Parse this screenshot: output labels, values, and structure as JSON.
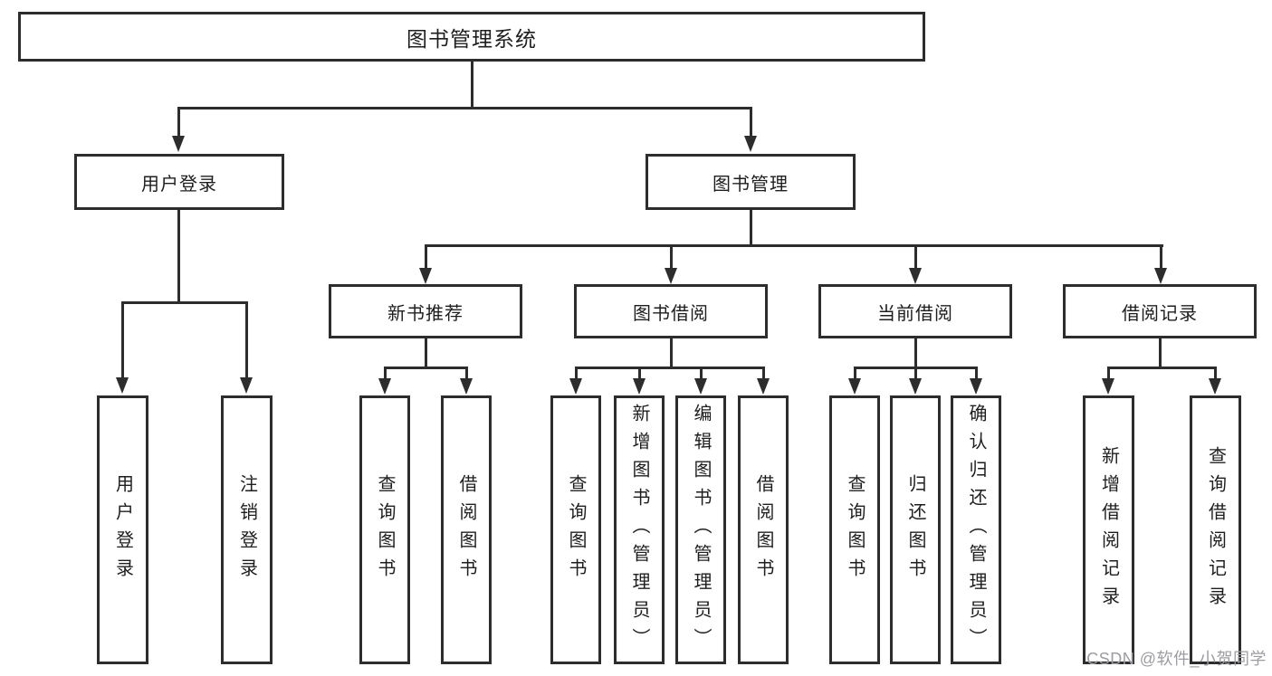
{
  "diagram": {
    "title": "图书管理系统",
    "branches": {
      "user_login": {
        "label": "用户登录",
        "children": [
          {
            "label": "用户登录"
          },
          {
            "label": "注销登录"
          }
        ]
      },
      "book_mgmt": {
        "label": "图书管理",
        "children": [
          {
            "label": "新书推荐",
            "children": [
              {
                "label": "查询图书"
              },
              {
                "label": "借阅图书"
              }
            ]
          },
          {
            "label": "图书借阅",
            "children": [
              {
                "label": "查询图书"
              },
              {
                "label": "新增图书（管理员）"
              },
              {
                "label": "编辑图书（管理员）"
              },
              {
                "label": "借阅图书"
              }
            ]
          },
          {
            "label": "当前借阅",
            "children": [
              {
                "label": "查询图书"
              },
              {
                "label": "归还图书"
              },
              {
                "label": "确认归还（管理员）"
              }
            ]
          },
          {
            "label": "借阅记录",
            "children": [
              {
                "label": "新增借阅记录"
              },
              {
                "label": "查询借阅记录"
              }
            ]
          }
        ]
      }
    },
    "watermark": "CSDN @软件_小贺同学",
    "colors": {
      "line": "#2d2d2d",
      "box_background": "#ffffff",
      "text": "#1e1e1e",
      "watermark": "#9c9ca2"
    }
  }
}
